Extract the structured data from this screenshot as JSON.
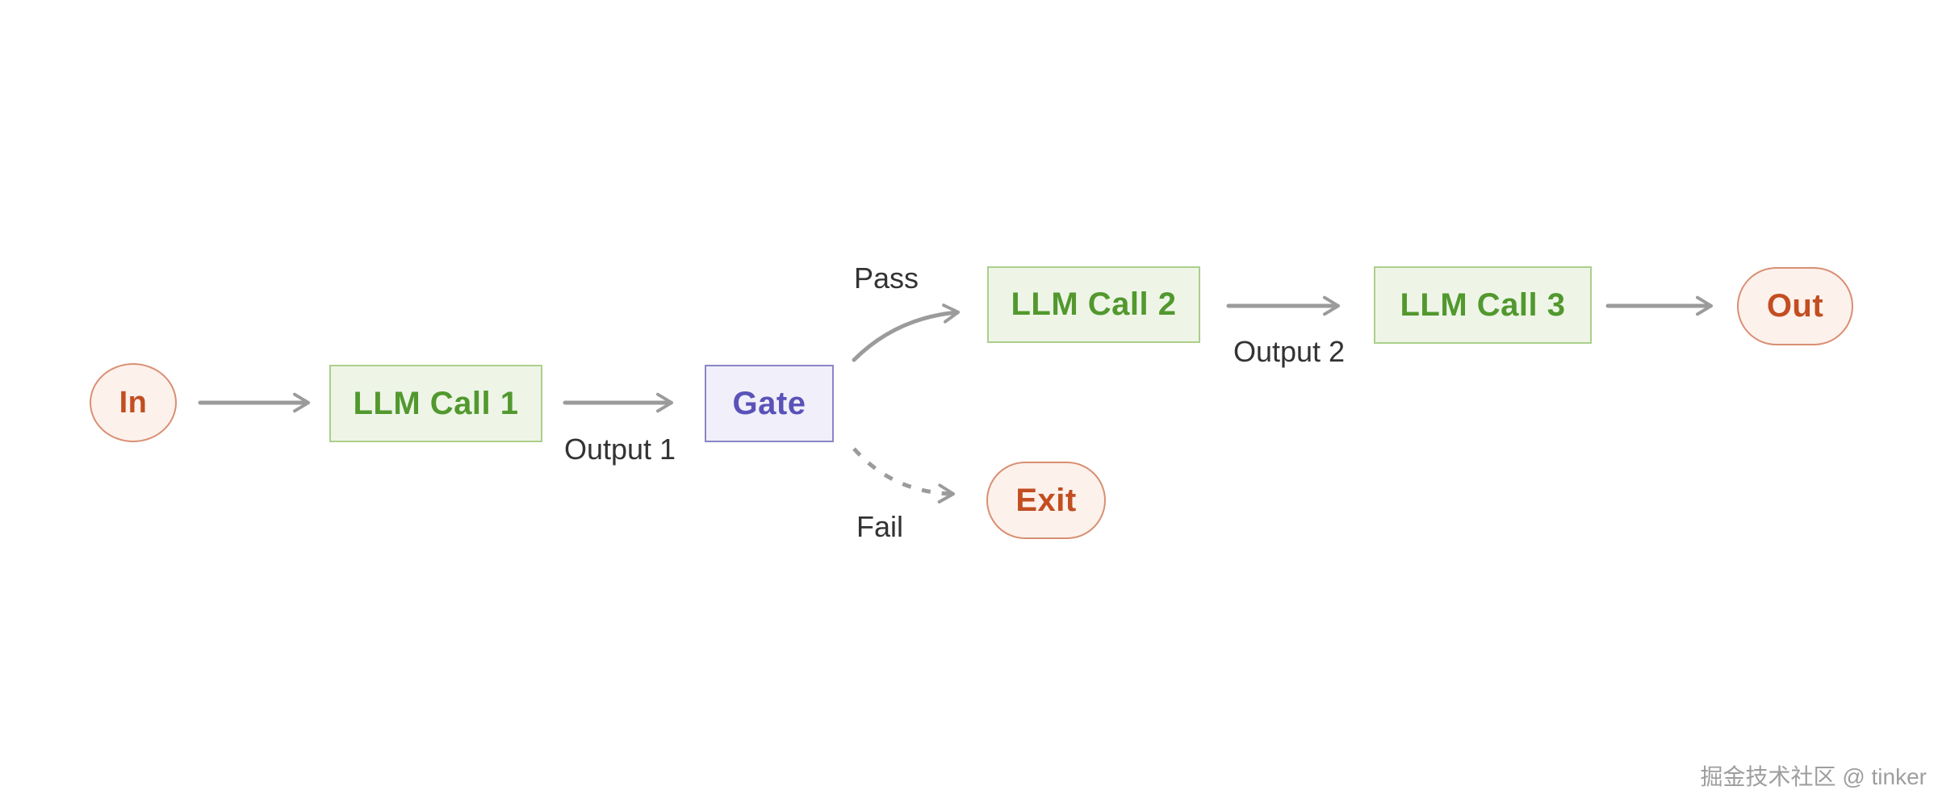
{
  "diagram": {
    "nodes": {
      "in": {
        "label": "In",
        "kind": "terminal"
      },
      "llm1": {
        "label": "LLM Call 1",
        "kind": "process"
      },
      "gate": {
        "label": "Gate",
        "kind": "gate"
      },
      "llm2": {
        "label": "LLM Call 2",
        "kind": "process"
      },
      "llm3": {
        "label": "LLM Call 3",
        "kind": "process"
      },
      "exit": {
        "label": "Exit",
        "kind": "terminal"
      },
      "out": {
        "label": "Out",
        "kind": "terminal"
      }
    },
    "edges": {
      "in_to_llm1": {
        "from": "in",
        "to": "llm1",
        "label": "",
        "style": "solid"
      },
      "llm1_to_gate": {
        "from": "llm1",
        "to": "gate",
        "label": "Output 1",
        "style": "solid"
      },
      "gate_to_llm2": {
        "from": "gate",
        "to": "llm2",
        "label": "Pass",
        "style": "solid-curve"
      },
      "gate_to_exit": {
        "from": "gate",
        "to": "exit",
        "label": "Fail",
        "style": "dashed-curve"
      },
      "llm2_to_llm3": {
        "from": "llm2",
        "to": "llm3",
        "label": "Output 2",
        "style": "solid"
      },
      "llm3_to_out": {
        "from": "llm3",
        "to": "out",
        "label": "",
        "style": "solid"
      }
    }
  },
  "watermark": {
    "text": "掘金技术社区 @ tinker"
  },
  "colors": {
    "process_fill": "#eef5e7",
    "process_border": "#abcf8a",
    "process_text": "#52982e",
    "gate_fill": "#f0effa",
    "gate_border": "#8b85c6",
    "gate_text": "#5a52b8",
    "terminal_fill": "#fdf1ec",
    "terminal_border": "#d98f73",
    "terminal_text": "#c24e21",
    "arrow": "#9b9b9b",
    "label_text": "#333333",
    "watermark_text": "#9e9e9e"
  }
}
